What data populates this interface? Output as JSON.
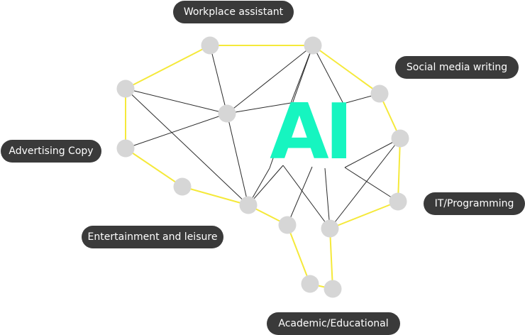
{
  "center_label": "AI",
  "labels": {
    "workplace": "Workplace assistant",
    "social": "Social media writing",
    "advertising": "Advertising Copy",
    "it": "IT/Programming",
    "entertainment": "Entertainment and leisure",
    "academic": "Academic/Educational"
  },
  "colors": {
    "outline_edge": "#f5e93a",
    "inner_edge": "#2a2a2a",
    "node": "#d6d6d6",
    "pill_bg": "#3a3a3a",
    "pill_text": "#ffffff",
    "ai_text": "#16f5c0"
  }
}
